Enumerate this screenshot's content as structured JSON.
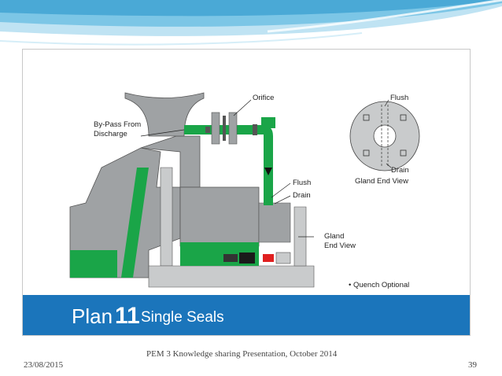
{
  "diagram": {
    "labels": {
      "orifice": "Orifice",
      "bypass_line1": "By-Pass From",
      "bypass_line2": "Discharge",
      "flush_main": "Flush",
      "drain_main": "Drain",
      "gland_line1": "Gland",
      "gland_line2": "End View",
      "flush_gland": "Flush",
      "drain_gland": "Drain",
      "gland_end_view": "Gland End View",
      "quench": "• Quench Optional"
    },
    "colors": {
      "pipe": "#1aa548",
      "body": "#9fa2a4",
      "steel": "#c9cbcc",
      "banner": "#1b75bb"
    }
  },
  "banner": {
    "plan": "Plan",
    "number": "11",
    "subtitle": "Single Seals"
  },
  "footer": {
    "date": "23/08/2015",
    "title": "PEM 3 Knowledge sharing Presentation, October 2014",
    "page": "39"
  }
}
